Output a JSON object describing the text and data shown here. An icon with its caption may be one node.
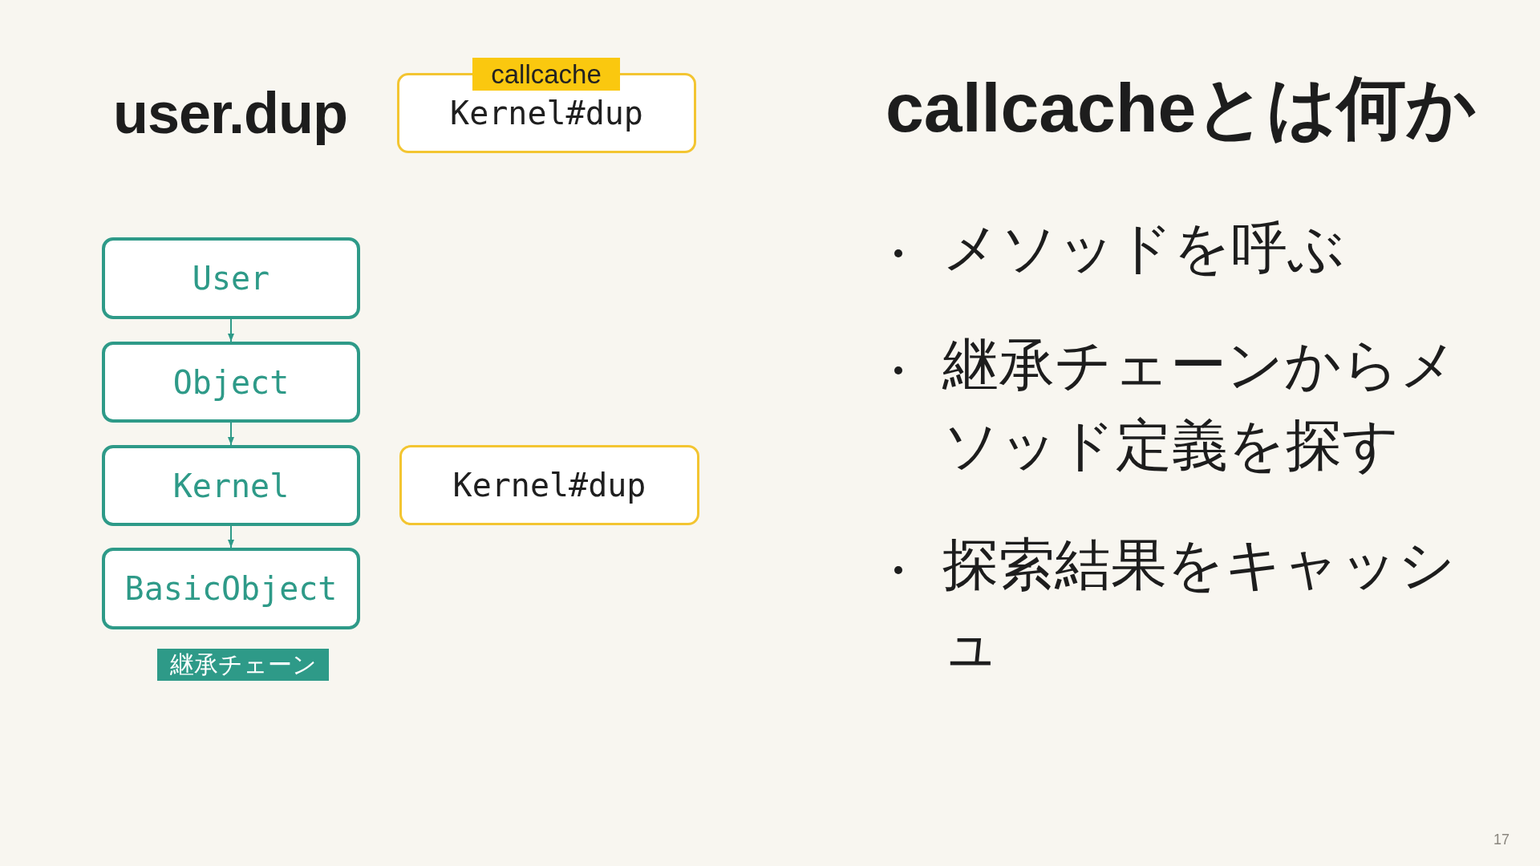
{
  "diagram": {
    "title": "callcacheとは何か",
    "nodes": [
      {
        "text": [
          "callcache",
          "Kernel#dup"
        ]
      },
      {
        "text": [
          "User"
        ]
      },
      {
        "text": [
          "Object"
        ]
      },
      {
        "text": [
          "Kernel"
        ]
      },
      {
        "text": [
          "BasicObject"
        ]
      },
      {
        "text": [
          "Kernel#dup"
        ]
      },
      {
        "text": [
          "継承チェーン"
        ]
      }
    ],
    "edges": [
      {
        "from": 1,
        "to": 2,
        "arrow": "to"
      },
      {
        "from": 2,
        "to": 3,
        "arrow": "to"
      },
      {
        "from": 3,
        "to": 4,
        "arrow": "to"
      }
    ],
    "labels": [
      "user.dup",
      "メソッドを呼ぶ",
      "継承チェーンからメソッド定義を探す",
      "探索結果をキャッシュ",
      "17"
    ]
  }
}
